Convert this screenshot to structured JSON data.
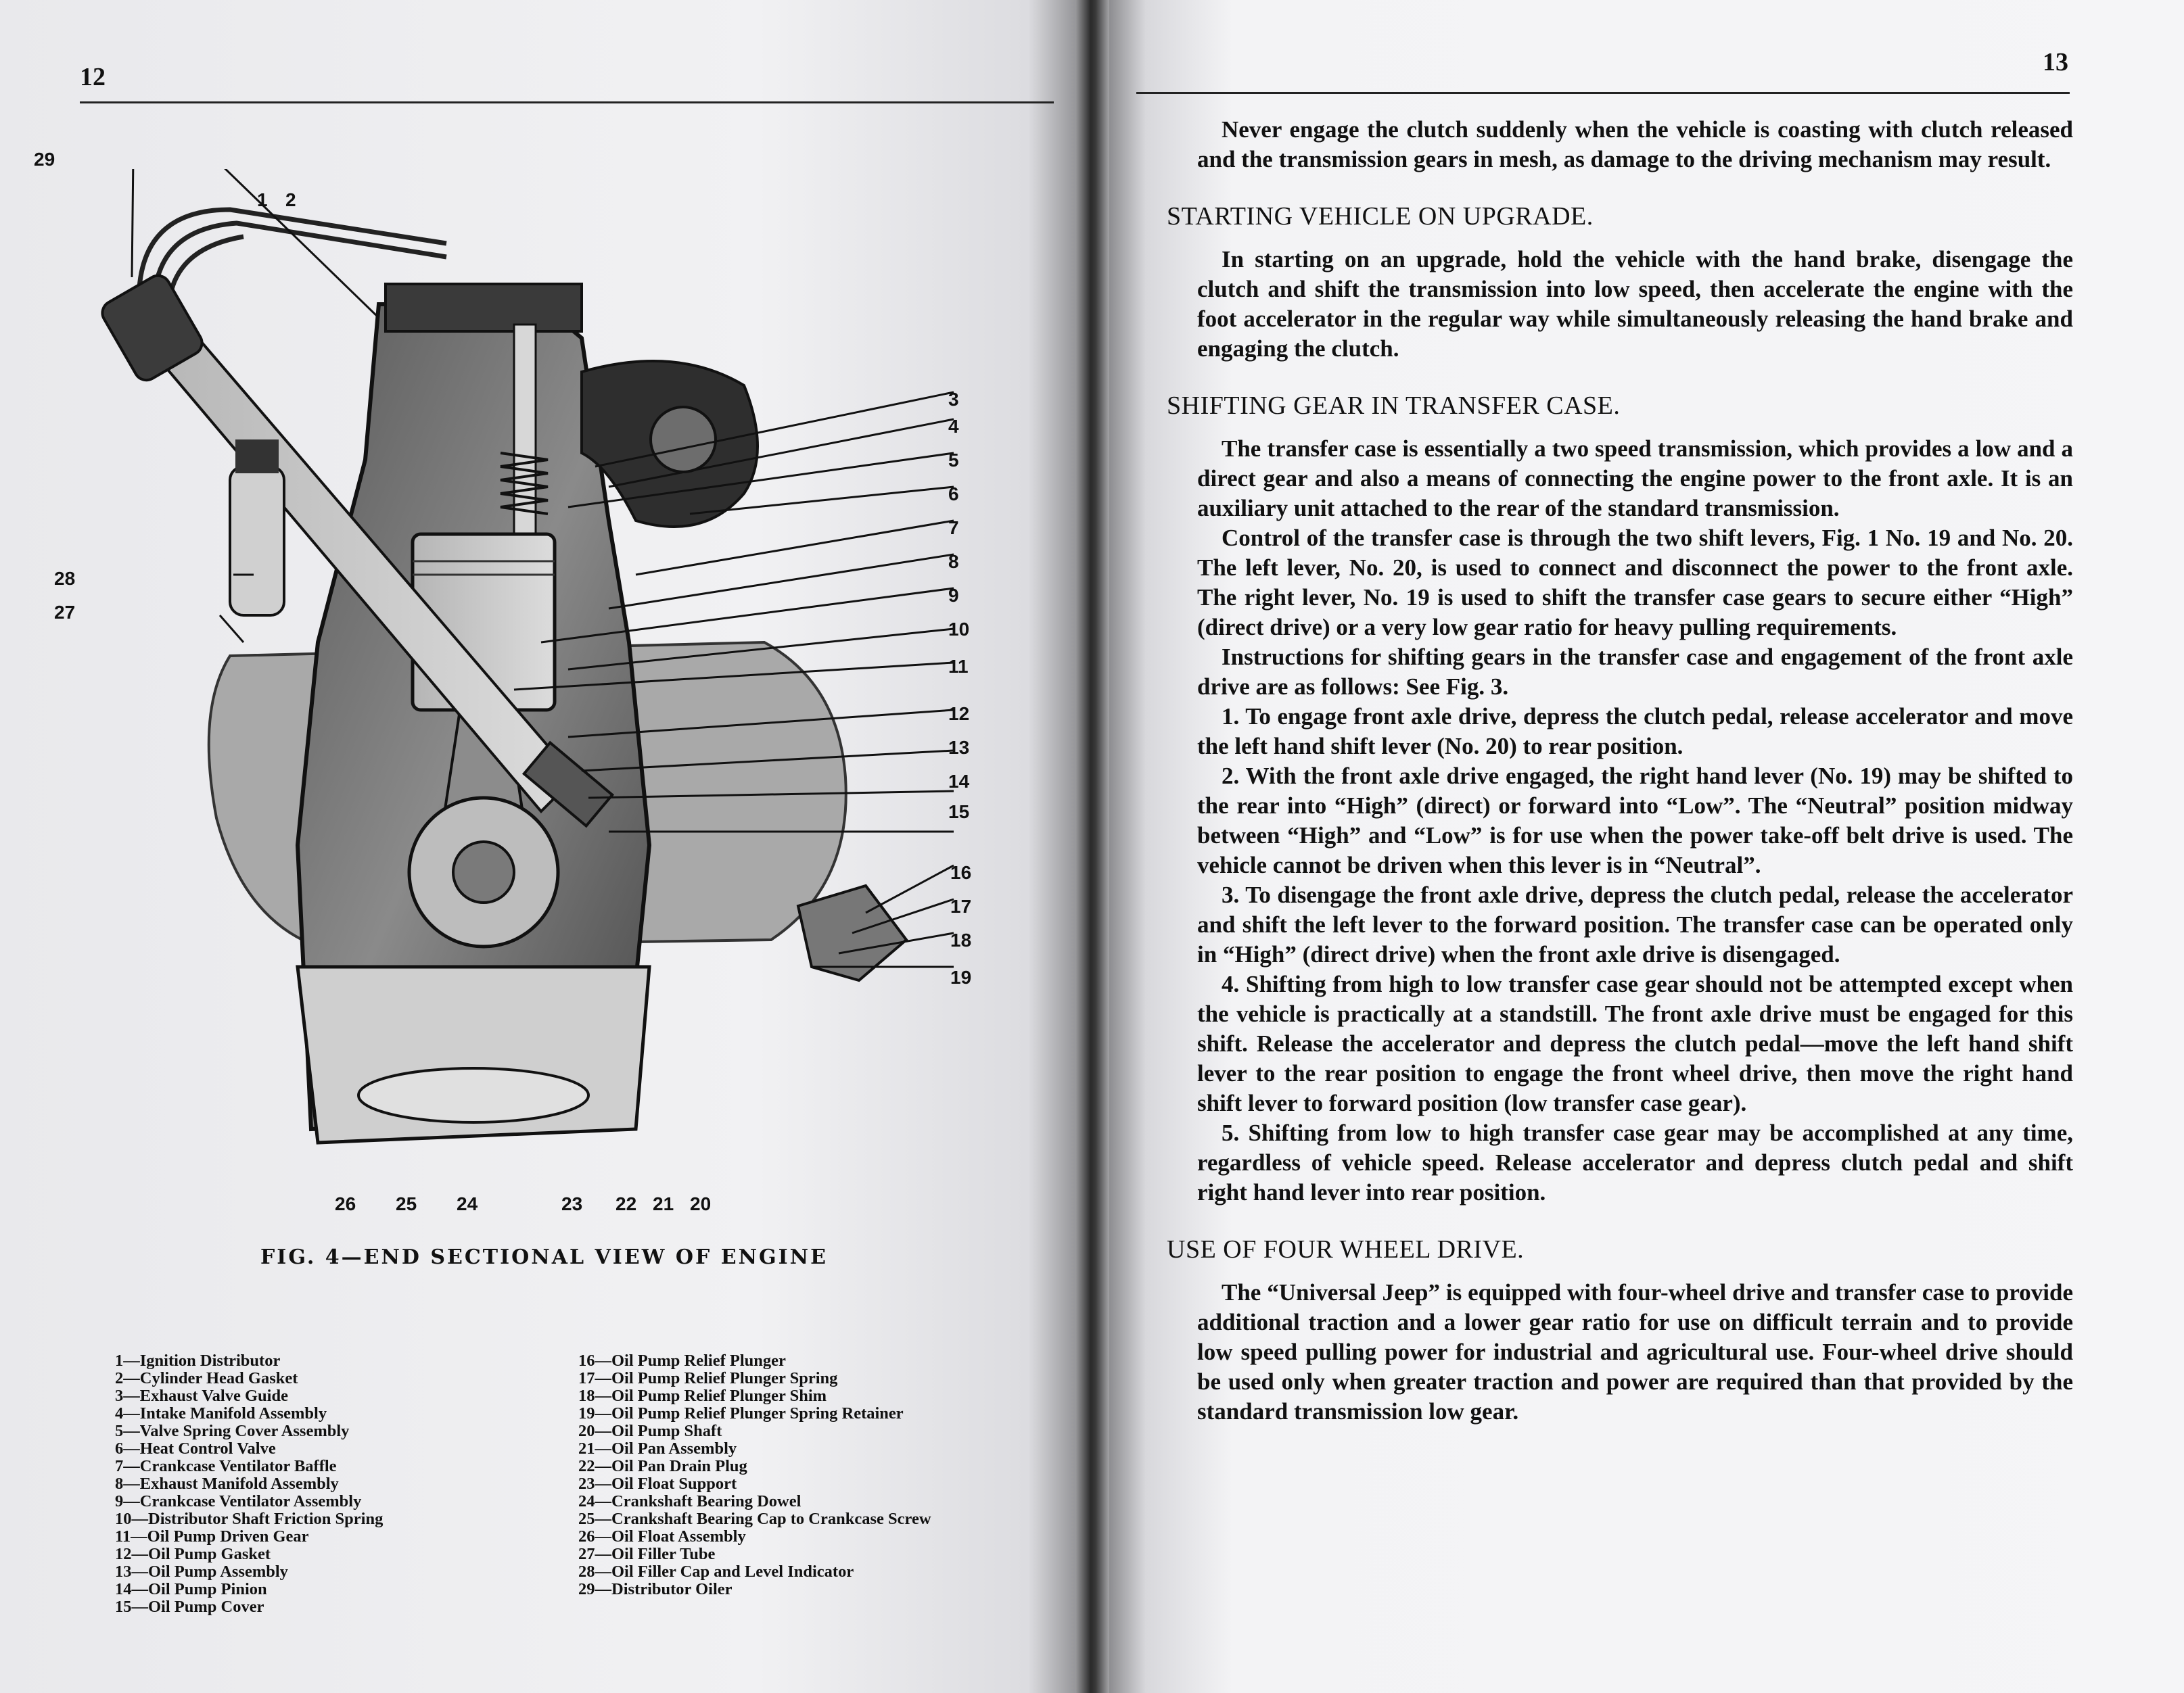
{
  "pages": {
    "left_number": "12",
    "right_number": "13"
  },
  "figure": {
    "caption": "FIG. 4—END SECTIONAL VIEW OF ENGINE",
    "callouts": [
      "1",
      "2",
      "3",
      "4",
      "5",
      "6",
      "7",
      "8",
      "9",
      "10",
      "11",
      "12",
      "13",
      "14",
      "15",
      "16",
      "17",
      "18",
      "19",
      "20",
      "21",
      "22",
      "23",
      "24",
      "25",
      "26",
      "27",
      "28",
      "29"
    ]
  },
  "legend": {
    "col1": [
      "1—Ignition Distributor",
      "2—Cylinder Head Gasket",
      "3—Exhaust Valve Guide",
      "4—Intake Manifold Assembly",
      "5—Valve Spring Cover Assembly",
      "6—Heat Control Valve",
      "7—Crankcase Ventilator Baffle",
      "8—Exhaust Manifold Assembly",
      "9—Crankcase Ventilator Assembly",
      "10—Distributor Shaft Friction Spring",
      "11—Oil Pump Driven Gear",
      "12—Oil Pump Gasket",
      "13—Oil Pump Assembly",
      "14—Oil Pump Pinion",
      "15—Oil Pump Cover"
    ],
    "col2": [
      "16—Oil Pump Relief Plunger",
      "17—Oil Pump Relief Plunger Spring",
      "18—Oil Pump Relief Plunger Shim",
      "19—Oil Pump Relief Plunger Spring Retainer",
      "20—Oil Pump Shaft",
      "21—Oil Pan Assembly",
      "22—Oil Pan Drain Plug",
      "23—Oil Float Support",
      "24—Crankshaft Bearing Dowel",
      "25—Crankshaft Bearing Cap to Crankcase Screw",
      "26—Oil Float Assembly",
      "27—Oil Filler Tube",
      "28—Oil Filler Cap and Level Indicator",
      "29—Distributor Oiler"
    ]
  },
  "right": {
    "intro": "Never engage the clutch suddenly when the vehicle is coasting with clutch released and the transmission gears in mesh, as damage to the driving mechanism may result.",
    "heading1": "STARTING VEHICLE ON UPGRADE.",
    "upgrade": "In starting on an upgrade, hold the vehicle with the hand brake, disengage the clutch and shift the transmission into low speed, then accelerate the engine with the foot accelerator in the regular way while simultaneously releasing the hand brake and engaging the clutch.",
    "heading2": "SHIFTING GEAR IN TRANSFER CASE.",
    "transfer1": "The transfer case is essentially a two speed transmission, which provides a low and a direct gear and also a means of connecting the engine power to the front axle. It is an auxiliary unit attached to the rear of the standard transmission.",
    "transfer2": "Control of the transfer case is through the two shift levers, Fig. 1 No. 19 and No. 20. The left lever, No. 20, is used to connect and disconnect the power to the front axle. The right lever, No. 19 is used to shift the transfer case gears to secure either “High” (direct drive) or a very low gear ratio for heavy pulling requirements.",
    "transfer3": "Instructions for shifting gears in the transfer case and engagement of the front axle drive are as follows: See Fig. 3.",
    "step1": "1. To engage front axle drive, depress the clutch pedal, release accelerator and move the left hand shift lever (No. 20) to rear position.",
    "step2": "2. With the front axle drive engaged, the right hand lever (No. 19) may be shifted to the rear into “High” (direct) or forward into “Low”. The “Neutral” position midway between “High” and “Low” is for use when the power take-off belt drive is used. The vehicle cannot be driven when this lever is in “Neutral”.",
    "step3": "3. To disengage the front axle drive, depress the clutch pedal, release the accelerator and shift the left lever to the forward position. The transfer case can be operated only in “High” (direct drive) when the front axle drive is disengaged.",
    "step4": "4. Shifting from high to low transfer case gear should not be attempted except when the vehicle is practically at a standstill. The front axle drive must be engaged for this shift. Release the accelerator and depress the clutch pedal—move the left hand shift lever to the rear position to engage the front wheel drive, then move the right hand shift lever to forward position (low transfer case gear).",
    "step5": "5. Shifting from low to high transfer case gear may be accomplished at any time, regardless of vehicle speed. Release accelerator and depress clutch pedal and shift right hand lever into rear position.",
    "heading3": "USE OF FOUR WHEEL DRIVE.",
    "fourwheel": "The “Universal Jeep” is equipped with four-wheel drive and transfer case to provide additional traction and a lower gear ratio for use on difficult terrain and to provide low speed pulling power for industrial and agricultural use. Four-wheel drive should be used only when greater traction and power are required than that provided by the standard transmission low gear."
  }
}
